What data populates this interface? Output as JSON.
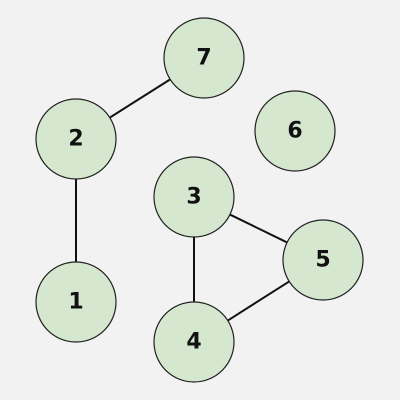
{
  "colors": {
    "background": "#f2f2f2",
    "node_fill": "#d5e8cf",
    "node_stroke": "#222222",
    "edge": "#111111",
    "label": "#111111"
  },
  "graph": {
    "nodes": [
      {
        "id": "7",
        "label": "7"
      },
      {
        "id": "2",
        "label": "2"
      },
      {
        "id": "6",
        "label": "6"
      },
      {
        "id": "3",
        "label": "3"
      },
      {
        "id": "5",
        "label": "5"
      },
      {
        "id": "1",
        "label": "1"
      },
      {
        "id": "4",
        "label": "4"
      }
    ],
    "edges": [
      {
        "from": "7",
        "to": "2"
      },
      {
        "from": "2",
        "to": "1"
      },
      {
        "from": "3",
        "to": "4"
      },
      {
        "from": "3",
        "to": "5"
      },
      {
        "from": "4",
        "to": "5"
      }
    ]
  }
}
